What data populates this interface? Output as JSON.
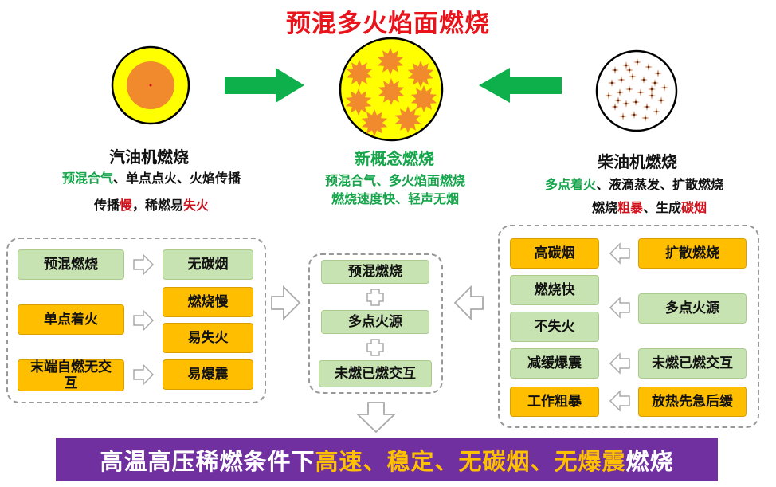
{
  "title": "预混多火焰面燃烧",
  "left": {
    "name": "汽油机燃烧",
    "line1": [
      [
        "预混合气",
        "g"
      ],
      [
        "、单点点火、火焰传播",
        "k"
      ]
    ],
    "line2": [
      [
        "传播",
        "k"
      ],
      [
        "慢",
        "r"
      ],
      [
        "，稀燃易",
        "k"
      ],
      [
        "失火",
        "r"
      ]
    ]
  },
  "center": {
    "name": "新概念燃烧",
    "line1": "预混合气、多火焰面燃烧",
    "line2": "燃烧速度快、轻声无烟"
  },
  "right": {
    "name": "柴油机燃烧",
    "line1": [
      [
        "多点着火",
        "g"
      ],
      [
        "、液滴蒸发、扩散燃烧",
        "k"
      ]
    ],
    "line2": [
      [
        "燃烧",
        "k"
      ],
      [
        "粗暴",
        "r"
      ],
      [
        "、生成",
        "k"
      ],
      [
        "碳烟",
        "r"
      ]
    ]
  },
  "left_group": {
    "premix": "预混燃烧",
    "no_soot": "无碳烟",
    "single_ignition": "单点着火",
    "slow_burn": "燃烧慢",
    "misfire": "易失火",
    "end_autoignition": "末端自燃无交互",
    "knock": "易爆震"
  },
  "center_group": {
    "premix": "预混燃烧",
    "multi_ignition": "多点火源",
    "unburned_interact": "未燃已燃交互"
  },
  "right_group": {
    "high_soot": "高碳烟",
    "diffusion": "扩散燃烧",
    "fast_burn": "燃烧快",
    "no_misfire": "不失火",
    "multi_ignition": "多点火源",
    "reduce_knock": "减缓爆震",
    "unburned_interact": "未燃已燃交互",
    "rough": "工作粗暴",
    "heat_release": "放热先急后缓"
  },
  "bottom": {
    "part1": "高温高压稀燃条件下",
    "part2": "高速、稳定、无碳烟、无爆震",
    "part3": "燃烧"
  },
  "colors": {
    "title": "#e8131b",
    "green_text": "#14a54a",
    "red_text": "#d0111b",
    "green_box": "#c7e3b1",
    "yellow_box": "#ffbf00",
    "arrow_green": "#0db04b",
    "banner": "#7030a0",
    "banner_highlight": "#ffc000"
  }
}
